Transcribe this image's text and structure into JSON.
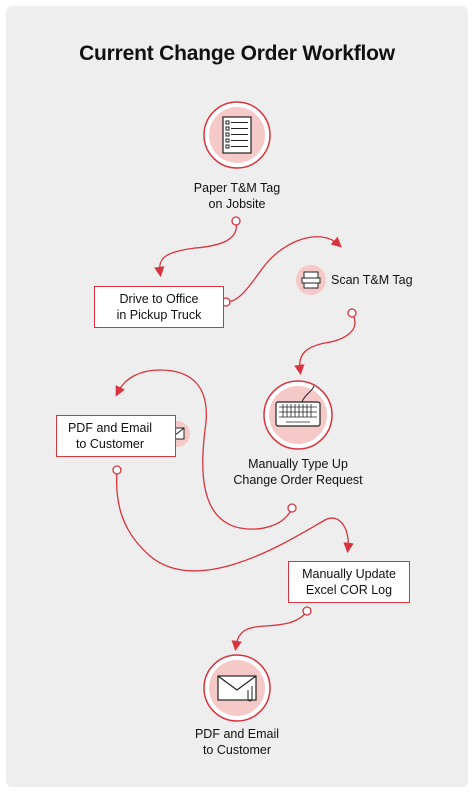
{
  "title": "Current Change Order Workflow",
  "colors": {
    "accent": "#d8343f",
    "background": "#efeeee",
    "icon_fill": "#f6c9c9"
  },
  "steps": [
    {
      "label": "Paper T&M Tag\non Jobsite",
      "icon": "paper-tag-icon"
    },
    {
      "label": "Drive to Office\nin Pickup Truck"
    },
    {
      "label": "Scan T&M Tag",
      "icon": "scanner-icon"
    },
    {
      "label": "Manually Type Up\nChange Order Request",
      "icon": "keyboard-icon"
    },
    {
      "label": "PDF and Email\nto Customer",
      "icon": "email-icon"
    },
    {
      "label": "Manually Update\nExcel COR Log"
    },
    {
      "label": "PDF and Email\nto Customer",
      "icon": "envelope-icon"
    }
  ]
}
